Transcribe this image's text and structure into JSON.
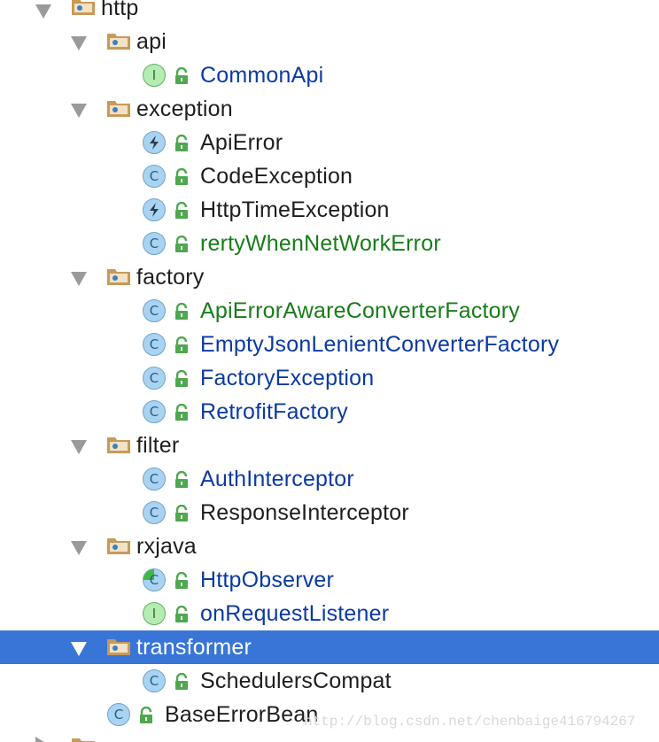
{
  "tree": {
    "items": [
      {
        "kind": "package",
        "label": "http",
        "expanded": true,
        "color": "black"
      },
      {
        "kind": "package",
        "label": "api",
        "expanded": true,
        "color": "black"
      },
      {
        "kind": "interface",
        "icon": "interface-icon",
        "label": "CommonApi",
        "color": "blue"
      },
      {
        "kind": "package",
        "label": "exception",
        "expanded": true,
        "color": "black"
      },
      {
        "kind": "exception",
        "icon": "exception-class-icon",
        "label": "ApiError",
        "color": "black"
      },
      {
        "kind": "class",
        "icon": "class-icon",
        "label": "CodeException",
        "color": "black"
      },
      {
        "kind": "exception",
        "icon": "exception-class-icon",
        "label": "HttpTimeException",
        "color": "black"
      },
      {
        "kind": "class",
        "icon": "class-icon",
        "label": "rertyWhenNetWorkError",
        "color": "green"
      },
      {
        "kind": "package",
        "label": "factory",
        "expanded": true,
        "color": "black"
      },
      {
        "kind": "class",
        "icon": "class-icon",
        "label": "ApiErrorAwareConverterFactory",
        "color": "green"
      },
      {
        "kind": "class",
        "icon": "class-icon",
        "label": "EmptyJsonLenientConverterFactory",
        "color": "blue"
      },
      {
        "kind": "class",
        "icon": "class-icon",
        "label": "FactoryException",
        "color": "blue"
      },
      {
        "kind": "class",
        "icon": "class-icon",
        "label": "RetrofitFactory",
        "color": "blue"
      },
      {
        "kind": "package",
        "label": "filter",
        "expanded": true,
        "color": "black"
      },
      {
        "kind": "class",
        "icon": "class-icon",
        "label": "AuthInterceptor",
        "color": "blue"
      },
      {
        "kind": "class",
        "icon": "class-icon",
        "label": "ResponseInterceptor",
        "color": "black"
      },
      {
        "kind": "package",
        "label": "rxjava",
        "expanded": true,
        "color": "black"
      },
      {
        "kind": "observer",
        "icon": "abstract-class-icon",
        "label": "HttpObserver",
        "color": "blue"
      },
      {
        "kind": "interface",
        "icon": "interface-icon",
        "label": "onRequestListener",
        "color": "blue"
      },
      {
        "kind": "package",
        "label": "transformer",
        "expanded": true,
        "selected": true,
        "color": "black"
      },
      {
        "kind": "class",
        "icon": "class-icon",
        "label": "SchedulersCompat",
        "color": "black"
      },
      {
        "kind": "class",
        "icon": "class-icon",
        "label": "BaseErrorBean",
        "color": "black"
      }
    ],
    "icon_letters": {
      "class": "C",
      "interface": "I"
    }
  },
  "watermark": "http://blog.csdn.net/chenbaige416794267",
  "colors": {
    "selection": "#3875d7",
    "text_blue": "#0b3aa2",
    "text_green": "#197c19",
    "text_black": "#1e1e1e",
    "folder": "#c79a5a",
    "lock": "#4fa84f"
  }
}
